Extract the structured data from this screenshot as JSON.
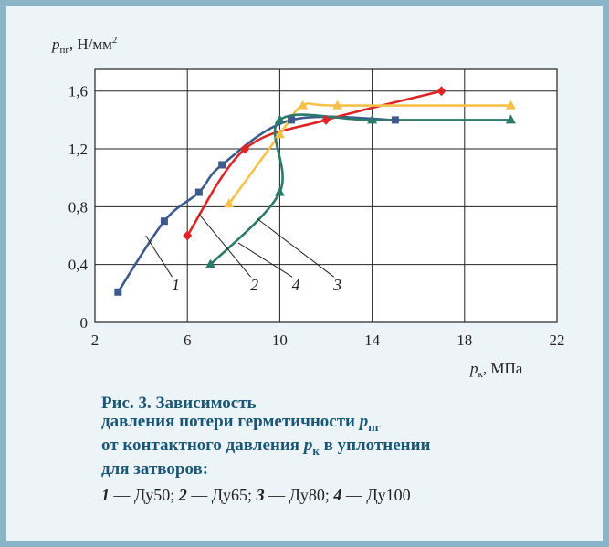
{
  "chart_data": {
    "type": "line",
    "ylabel_main": "p",
    "ylabel_sub": "пг",
    "ylabel_unit": ", Н/мм",
    "ylabel_sup": "2",
    "xlabel_main": "p",
    "xlabel_sub": "к",
    "xlabel_unit": ", МПа",
    "xlim": [
      2,
      22
    ],
    "ylim": [
      0,
      1.75
    ],
    "x_ticks": [
      2,
      6,
      10,
      14,
      18,
      22
    ],
    "x_tick_labels": [
      "2",
      "6",
      "10",
      "14",
      "18",
      "22"
    ],
    "y_ticks": [
      0,
      0.4,
      0.8,
      1.2,
      1.6
    ],
    "y_tick_labels": [
      "0",
      "0,4",
      "0,8",
      "1,2",
      "1,6"
    ],
    "grid": true,
    "series": [
      {
        "name": "1",
        "color": "#3d5a8c",
        "marker": "square",
        "x": [
          3,
          5,
          6.5,
          7.5,
          10.5,
          15
        ],
        "y": [
          0.21,
          0.7,
          0.9,
          1.09,
          1.4,
          1.4
        ]
      },
      {
        "name": "2",
        "color": "#e02424",
        "marker": "diamond",
        "x": [
          6,
          8.5,
          12,
          17
        ],
        "y": [
          0.6,
          1.2,
          1.4,
          1.6
        ]
      },
      {
        "name": "3",
        "color": "#f7c04a",
        "marker": "triangle",
        "x": [
          7.8,
          10,
          11,
          12.5,
          20
        ],
        "y": [
          0.82,
          1.3,
          1.5,
          1.5,
          1.5
        ]
      },
      {
        "name": "4",
        "color": "#2b7a6a",
        "marker": "triangle",
        "x": [
          7,
          10,
          10,
          14,
          20
        ],
        "y": [
          0.4,
          0.9,
          1.4,
          1.4,
          1.4
        ]
      }
    ],
    "annotations": [
      {
        "text": "1",
        "x": 5.5,
        "y": 0.22,
        "lx": 4.2,
        "ly": 0.6
      },
      {
        "text": "2",
        "x": 8.9,
        "y": 0.22,
        "lx": 6.5,
        "ly": 0.75
      },
      {
        "text": "4",
        "x": 10.7,
        "y": 0.22,
        "lx": 8.2,
        "ly": 0.55
      },
      {
        "text": "3",
        "x": 12.5,
        "y": 0.22,
        "lx": 9.0,
        "ly": 0.72
      }
    ]
  },
  "caption": {
    "title_line1": "Рис. 3. Зависимость",
    "title_line2_a": "давления потери герметичности ",
    "title_line2_p": "p",
    "title_line2_sub": "пг",
    "title_line3_a": "от контактного давления ",
    "title_line3_p": "p",
    "title_line3_sub": "к",
    "title_line3_b": " в уплотнении",
    "title_line4": "для затворов:",
    "legend": [
      {
        "num": "1",
        "label": " — Ду50; "
      },
      {
        "num": "2",
        "label": " — Ду65; "
      },
      {
        "num": "3",
        "label": " — Ду80; "
      },
      {
        "num": "4",
        "label": " — Ду100"
      }
    ]
  }
}
